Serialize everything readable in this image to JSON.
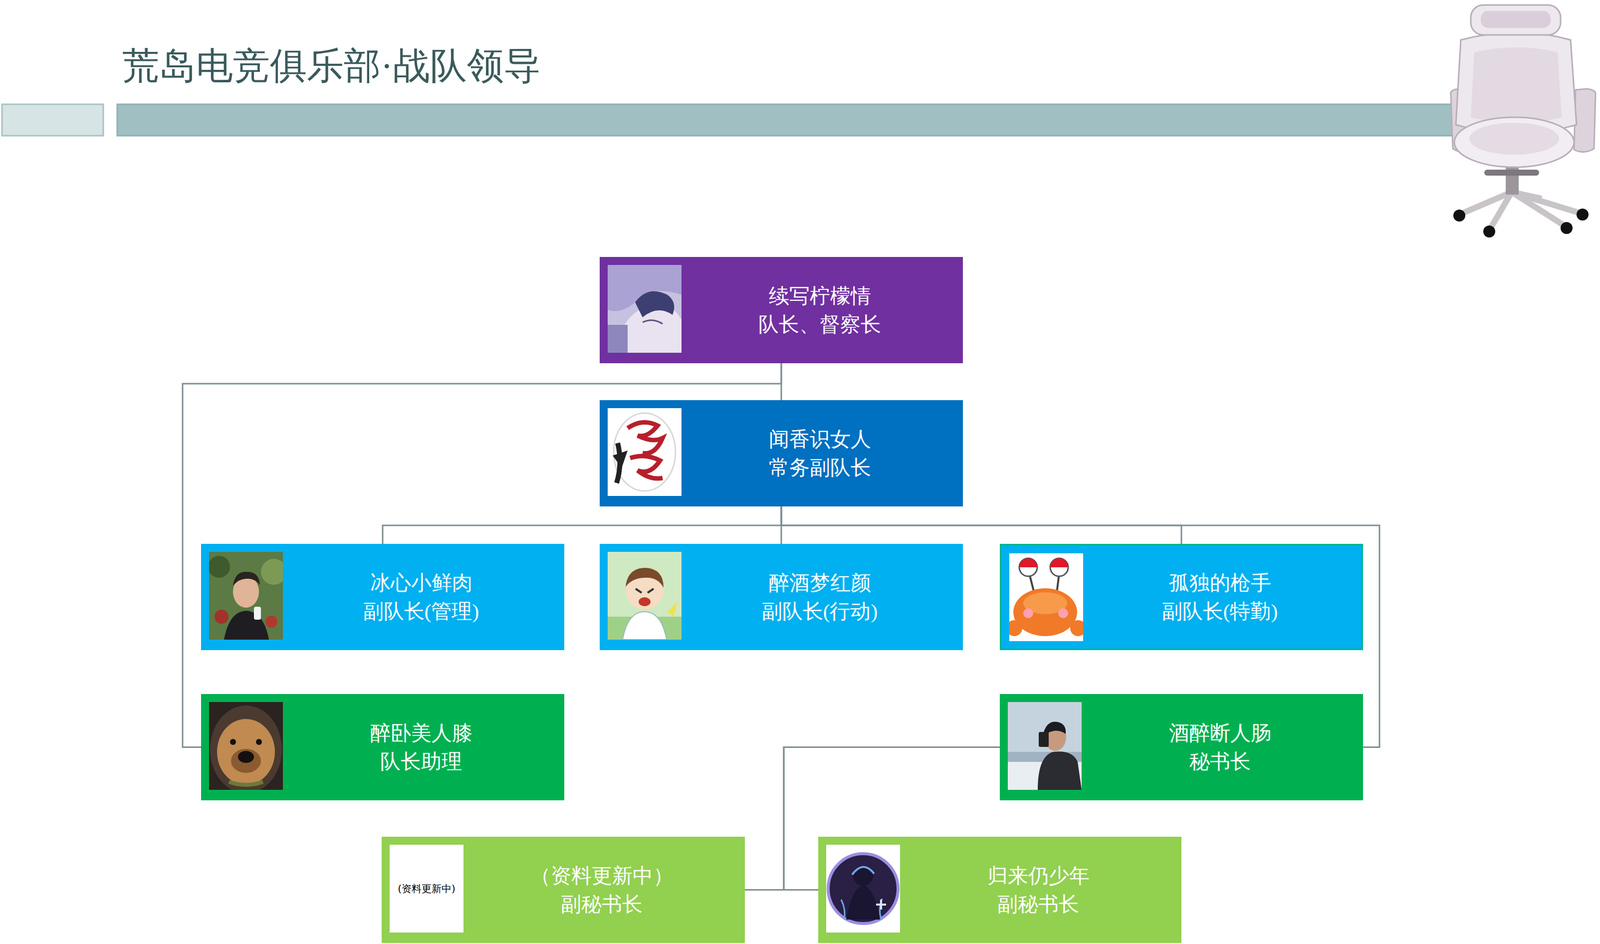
{
  "diagram": {
    "title": "荒岛电竞俱乐部·战队领导",
    "nodes": [
      {
        "text": [
          "续写柠檬情",
          "队长、督察长"
        ]
      },
      {
        "text": [
          "闻香识女人",
          "常务副队长"
        ]
      },
      {
        "text": [
          "冰心小鲜肉",
          "副队长(管理)"
        ]
      },
      {
        "text": [
          "醉酒梦红颜",
          "副队长(行动)"
        ]
      },
      {
        "text": [
          "孤独的枪手",
          "副队长(特勤)"
        ]
      },
      {
        "text": [
          "醉卧美人膝",
          "队长助理"
        ]
      },
      {
        "text": [
          "酒醉断人肠",
          "秘书长"
        ]
      },
      {
        "text": [
          "（资料更新中）",
          "副秘书长"
        ]
      },
      {
        "text": [
          "归来仍少年",
          "副秘书长"
        ]
      }
    ],
    "edges": [
      {
        "from": 0,
        "to": 1,
        "arrow": "none"
      },
      {
        "from": 0,
        "to": 5,
        "arrow": "none"
      },
      {
        "from": 1,
        "to": 2,
        "arrow": "none"
      },
      {
        "from": 1,
        "to": 3,
        "arrow": "none"
      },
      {
        "from": 1,
        "to": 4,
        "arrow": "none"
      },
      {
        "from": 1,
        "to": 6,
        "arrow": "none"
      },
      {
        "from": 6,
        "to": 7,
        "arrow": "none"
      },
      {
        "from": 6,
        "to": 8,
        "arrow": "none"
      }
    ],
    "labels": [
      "(资料更新中)"
    ]
  }
}
